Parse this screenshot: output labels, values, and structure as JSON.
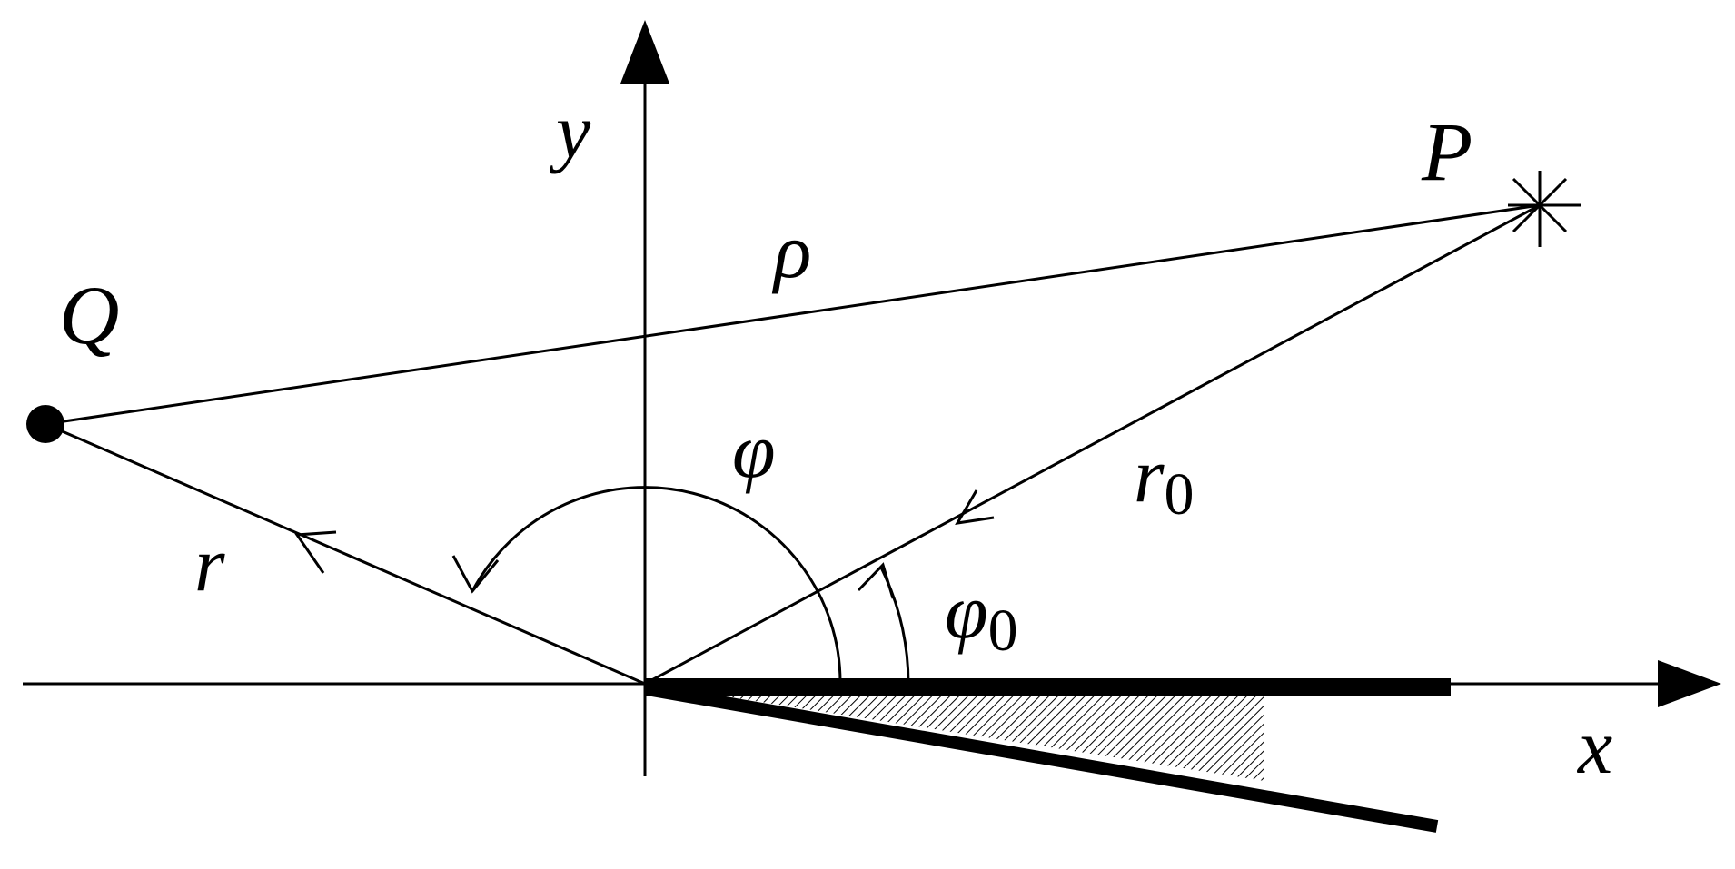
{
  "labels": {
    "x_axis": "x",
    "y_axis": "y",
    "point_q": "Q",
    "point_p": "P",
    "rho": "ρ",
    "r": "r",
    "r0_base": "r",
    "r0_sub": "0",
    "phi": "φ",
    "phi0_base": "φ",
    "phi0_sub": "0"
  }
}
